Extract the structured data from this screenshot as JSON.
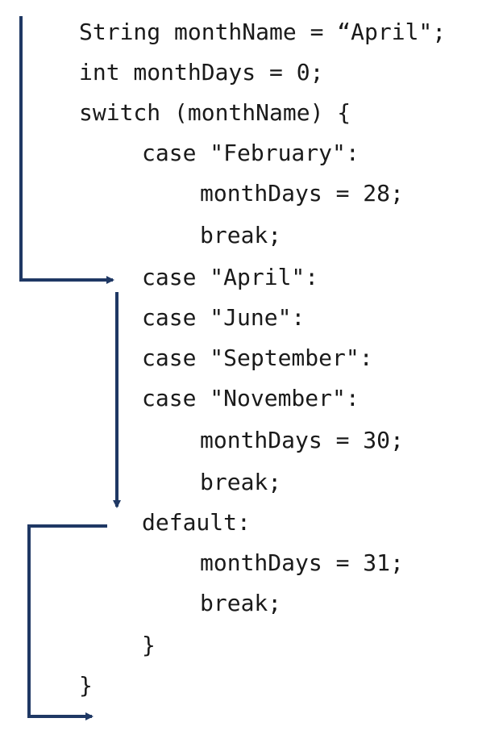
{
  "code": {
    "lines": [
      "String monthName = “April\";",
      "int monthDays = 0;",
      "switch (monthName) {",
      "case \"February\":",
      "monthDays = 28;",
      "break;",
      "case \"April\":",
      "case \"June\":",
      "case \"September\":",
      "case \"November\":",
      "monthDays = 30;",
      "break;",
      "default:",
      "monthDays = 31;",
      "break;",
      "}",
      "}"
    ]
  },
  "colors": {
    "arrow": "#1f3864",
    "text": "#1a1a1a",
    "background": "#ffffff"
  }
}
